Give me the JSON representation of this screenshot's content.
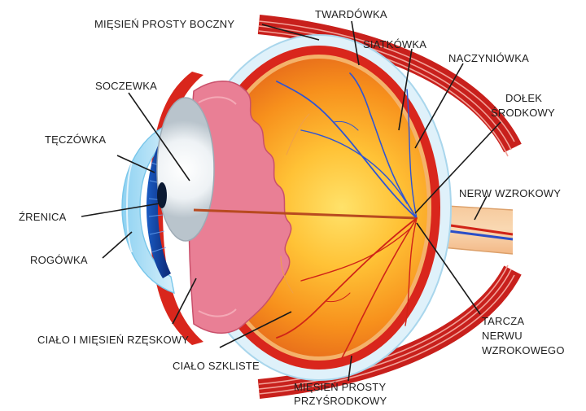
{
  "labels": {
    "miesien_prosty_boczny": "MIĘSIEŃ PROSTY BOCZNY",
    "twardowka": "TWARDÓWKA",
    "siatkowka": "SIATKÓWKA",
    "naczyniowka": "NACZYNIÓWKA",
    "dolek_line1": "DOŁEK",
    "dolek_line2": "ŚRODKOWY",
    "soczewka": "SOCZEWKA",
    "teczowka": "TĘCZÓWKA",
    "nerw_wzrokowy": "NERW WZROKOWY",
    "zrenica": "ŹRENICA",
    "rogowka": "ROGÓWKA",
    "tarcza_line1": "TARCZA",
    "tarcza_line2": "NERWU",
    "tarcza_line3": "WZROKOWEGO",
    "cialo_rzeskowe": "CIAŁO I MIĘSIEŃ RZĘSKOWY",
    "cialo_szkliste": "CIAŁO SZKLISTE",
    "miesien_przysrodkowy_line1": "MIĘSIEŃ PROSTY",
    "miesien_przysrodkowy_line2": "PRZYŚRODKOWY"
  }
}
